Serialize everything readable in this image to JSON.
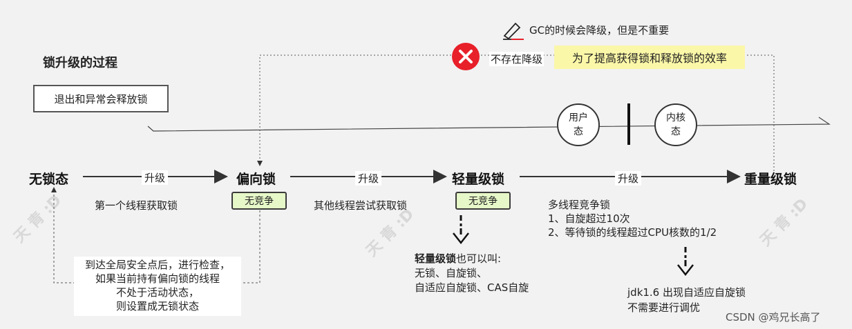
{
  "pen_note": "GC的时候会降级，但是不重要",
  "title": "锁升级的过程",
  "exit_box": "退出和异常会释放锁",
  "no_downgrade": "不存在降级",
  "sticky": "为了提高获得锁和释放锁的效率",
  "user_mode": [
    "用户",
    "态"
  ],
  "kernel_mode": [
    "内核",
    "态"
  ],
  "stages": {
    "none": "无锁态",
    "biased": "偏向锁",
    "light": "轻量级锁",
    "heavy": "重量级锁"
  },
  "upgrade_labels": [
    "升级",
    "升级",
    "升级"
  ],
  "no_contention": "无竞争",
  "first_thread": "第一个线程获取锁",
  "other_threads": "其他线程尝试获取锁",
  "multi": [
    "多线程竞争锁",
    "1、自旋超过10次",
    "2、等待锁的线程超过CPU核数的1/2"
  ],
  "revoke_note": [
    "到达全局安全点后，进行检查，",
    "如果当前持有偏向锁的线程",
    "不处于活动状态，",
    "则设置成无锁状态"
  ],
  "light_alias": {
    "bold": "轻量级锁",
    "rest": "也可以叫:",
    "lines": [
      "无锁、自旋锁、",
      "自适应自旋锁、CAS自旋"
    ]
  },
  "jdk": [
    "jdk1.6 出现自适应自旋锁",
    "不需要进行调优"
  ],
  "footer": "CSDN @鸡兄长高了",
  "watermark": [
    "天 青 :D",
    "天 青 :D",
    "天 青 :D"
  ],
  "colors": {
    "arrow": "#333333",
    "tag": "#e6f7c8",
    "sticky": "#fbf7a8",
    "error": "#e8202a"
  }
}
